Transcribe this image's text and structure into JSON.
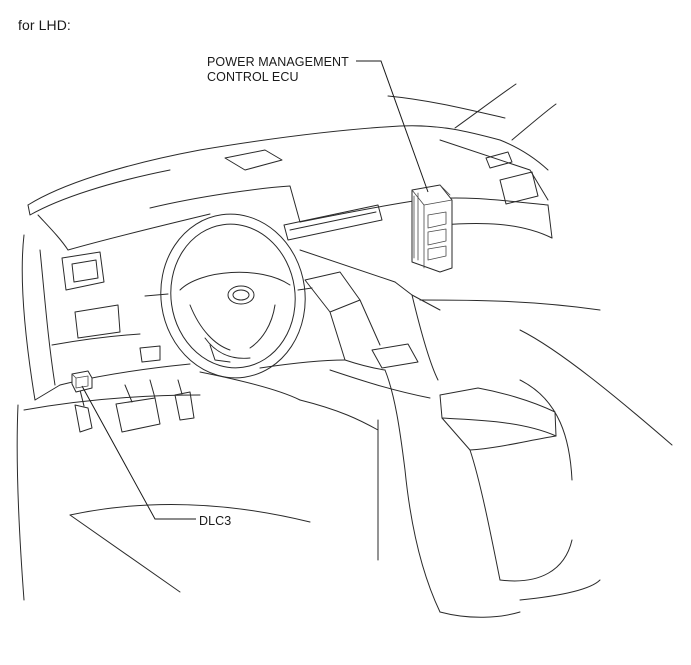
{
  "caption": "for LHD:",
  "callouts": {
    "ecu": [
      "POWER MANAGEMENT",
      "CONTROL ECU"
    ],
    "dlc3": "DLC3"
  },
  "colors": {
    "line": "#2a2a2a",
    "background": "#ffffff"
  }
}
